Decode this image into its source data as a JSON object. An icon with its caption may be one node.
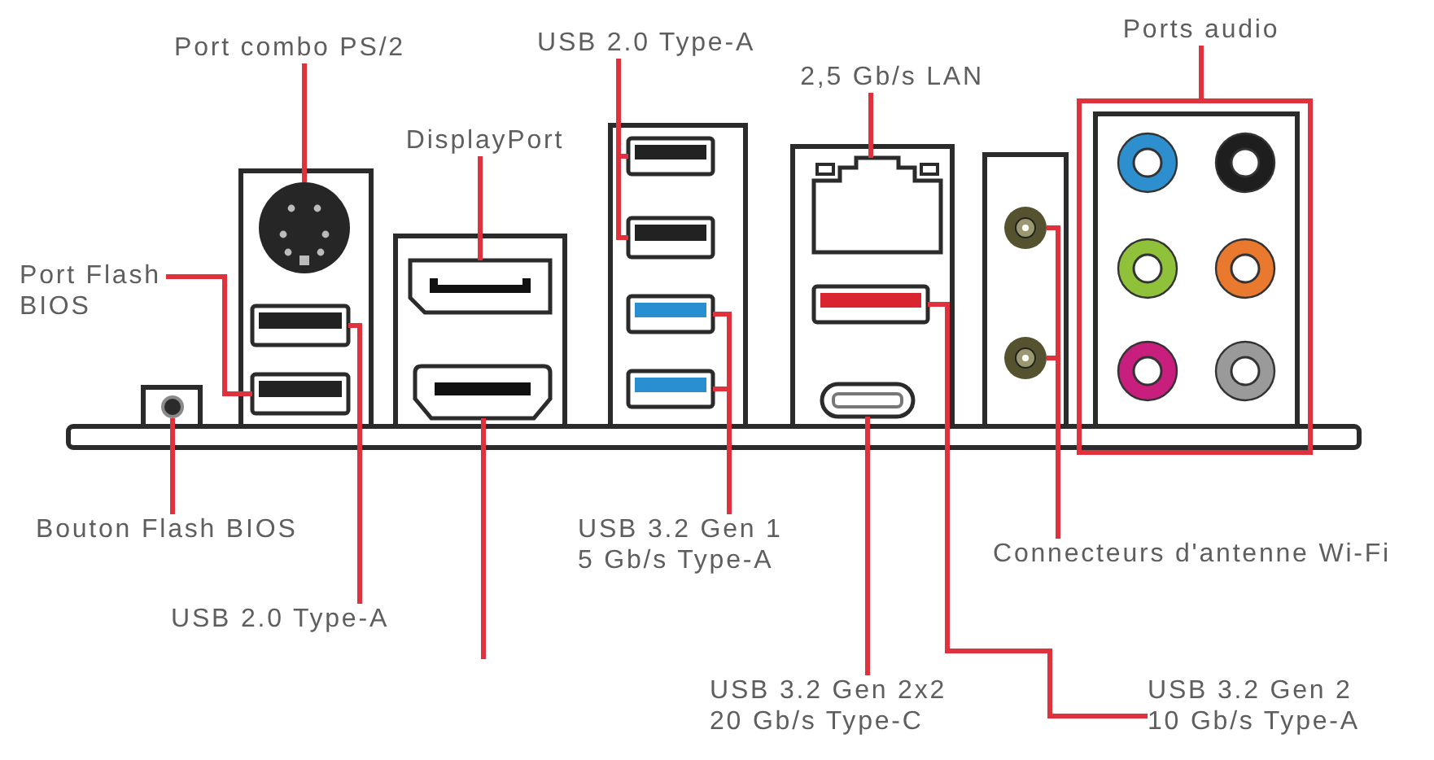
{
  "diagram": {
    "nodes": [
      {
        "text": [
          "Port combo PS/2"
        ]
      },
      {
        "text": [
          "USB 2.0 Type-A"
        ]
      },
      {
        "text": [
          "2,5 Gb/s LAN"
        ]
      },
      {
        "text": [
          "Ports audio"
        ]
      },
      {
        "text": [
          "DisplayPort"
        ]
      },
      {
        "text": [
          "Port Flash BIOS"
        ]
      },
      {
        "text": [
          "Bouton Flash BIOS"
        ]
      },
      {
        "text": [
          "USB 3.2 Gen 1 5 Gb/s Type-A"
        ]
      },
      {
        "text": [
          "Connecteurs d'antenne Wi-Fi"
        ]
      },
      {
        "text": [
          "USB 2.0 Type-A"
        ]
      },
      {
        "text": [
          "USB 3.2 Gen 2x2 20 Gb/s Type-C"
        ]
      },
      {
        "text": [
          "USB 3.2 Gen 2 10 Gb/s Type-A"
        ]
      },
      {
        "text": [],
        "shape": "circle"
      },
      {
        "text": [],
        "shape": "circle"
      },
      {
        "text": [],
        "shape": "box"
      },
      {
        "text": [],
        "shape": "box"
      },
      {
        "text": [],
        "shape": "box"
      },
      {
        "text": [],
        "shape": "box"
      },
      {
        "text": [],
        "shape": "box"
      },
      {
        "text": [],
        "shape": "box"
      },
      {
        "text": [],
        "shape": "box"
      },
      {
        "text": [],
        "shape": "box"
      },
      {
        "text": [],
        "shape": "box"
      },
      {
        "text": [],
        "shape": "box"
      },
      {
        "text": [],
        "shape": "box"
      },
      {
        "text": [],
        "shape": "circle"
      },
      {
        "text": [],
        "shape": "circle"
      },
      {
        "text": [],
        "shape": "box"
      },
      {
        "text": [],
        "shape": "bar"
      }
    ],
    "edges": [
      {
        "from": 0,
        "to": 13,
        "arrow": "none"
      },
      {
        "from": 1,
        "to": 18,
        "arrow": "none"
      },
      {
        "from": 1,
        "to": 19,
        "arrow": "none"
      },
      {
        "from": 2,
        "to": 22,
        "arrow": "none"
      },
      {
        "from": 3,
        "to": 27,
        "arrow": "none"
      },
      {
        "from": 4,
        "to": 16,
        "arrow": "none"
      },
      {
        "from": 5,
        "to": 15,
        "arrow": "none"
      },
      {
        "from": 6,
        "to": 12,
        "arrow": "none"
      },
      {
        "from": 7,
        "to": 20,
        "arrow": "none"
      },
      {
        "from": 7,
        "to": 21,
        "arrow": "none"
      },
      {
        "from": 8,
        "to": 25,
        "arrow": "none"
      },
      {
        "from": 8,
        "to": 26,
        "arrow": "none"
      },
      {
        "from": 9,
        "to": 14,
        "arrow": "none"
      },
      {
        "from": 10,
        "to": 24,
        "arrow": "none"
      },
      {
        "from": 11,
        "to": 23,
        "arrow": "none"
      },
      {
        "from": null,
        "to": 17,
        "arrow": "none"
      }
    ]
  }
}
